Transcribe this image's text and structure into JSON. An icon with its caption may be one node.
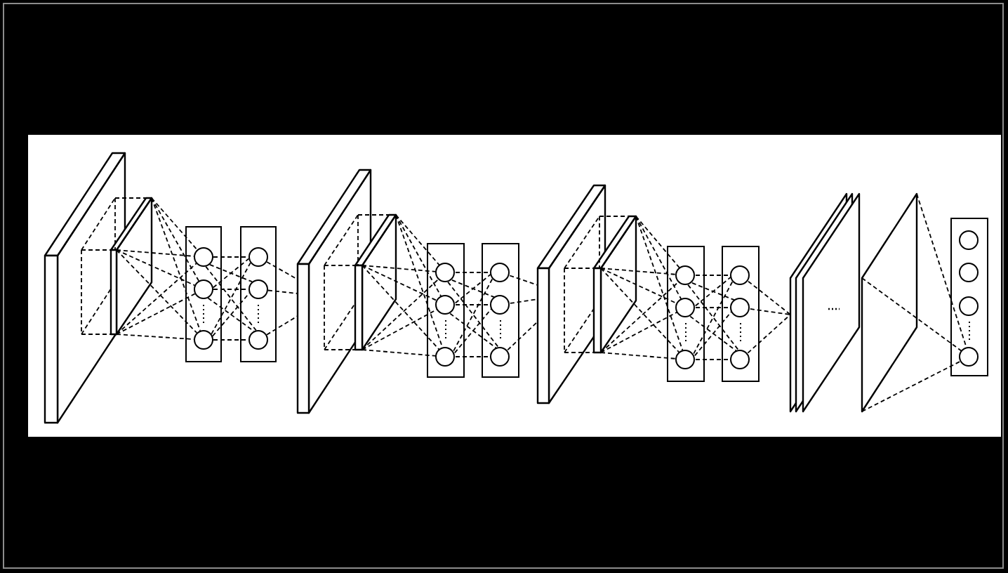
{
  "diagram": {
    "nodes": [
      {
        "text": [],
        "shape": "plane"
      },
      {
        "text": [],
        "shape": "plane"
      },
      {
        "text": [],
        "shape": "box"
      },
      {
        "text": [],
        "shape": "circle",
        "in": 2
      },
      {
        "text": [],
        "shape": "circle",
        "in": 2
      },
      {
        "text": [],
        "shape": "circle",
        "in": 2
      },
      {
        "text": [],
        "shape": "box"
      },
      {
        "text": [],
        "shape": "circle",
        "in": 6
      },
      {
        "text": [],
        "shape": "circle",
        "in": 6
      },
      {
        "text": [],
        "shape": "circle",
        "in": 6
      },
      {
        "text": [],
        "shape": "plane"
      },
      {
        "text": [],
        "shape": "plane"
      },
      {
        "text": [],
        "shape": "box"
      },
      {
        "text": [],
        "shape": "circle",
        "in": 12
      },
      {
        "text": [],
        "shape": "circle",
        "in": 12
      },
      {
        "text": [],
        "shape": "circle",
        "in": 12
      },
      {
        "text": [],
        "shape": "box"
      },
      {
        "text": [],
        "shape": "circle",
        "in": 16
      },
      {
        "text": [],
        "shape": "circle",
        "in": 16
      },
      {
        "text": [],
        "shape": "circle",
        "in": 16
      },
      {
        "text": [],
        "shape": "plane"
      },
      {
        "text": [],
        "shape": "plane"
      },
      {
        "text": [],
        "shape": "box"
      },
      {
        "text": [],
        "shape": "circle",
        "in": 22
      },
      {
        "text": [],
        "shape": "circle",
        "in": 22
      },
      {
        "text": [],
        "shape": "circle",
        "in": 22
      },
      {
        "text": [],
        "shape": "box"
      },
      {
        "text": [],
        "shape": "circle",
        "in": 26
      },
      {
        "text": [],
        "shape": "circle",
        "in": 26
      },
      {
        "text": [],
        "shape": "circle",
        "in": 26
      },
      {
        "text": [],
        "shape": "plane"
      },
      {
        "text": [],
        "shape": "plane"
      },
      {
        "text": [],
        "shape": "plane"
      },
      {
        "text": [],
        "shape": "plane"
      },
      {
        "text": [],
        "shape": "box"
      },
      {
        "text": [],
        "shape": "circle",
        "in": 34
      },
      {
        "text": [],
        "shape": "circle",
        "in": 34
      },
      {
        "text": [],
        "shape": "circle",
        "in": 34
      },
      {
        "text": [],
        "shape": "circle",
        "in": 34
      }
    ],
    "edges": [
      {
        "from": 1,
        "to": 3,
        "arrow": "none",
        "style": "dashed"
      },
      {
        "from": 1,
        "to": 3,
        "arrow": "none",
        "style": "dashed"
      },
      {
        "from": 1,
        "to": 3,
        "arrow": "none",
        "style": "dashed"
      },
      {
        "from": 1,
        "to": 4,
        "arrow": "none",
        "style": "dashed"
      },
      {
        "from": 1,
        "to": 4,
        "arrow": "none",
        "style": "dashed"
      },
      {
        "from": 1,
        "to": 4,
        "arrow": "none",
        "style": "dashed"
      },
      {
        "from": 1,
        "to": 5,
        "arrow": "none",
        "style": "dashed"
      },
      {
        "from": 1,
        "to": 5,
        "arrow": "none",
        "style": "dashed"
      },
      {
        "from": 1,
        "to": 5,
        "arrow": "none",
        "style": "dashed"
      },
      {
        "from": 3,
        "to": 7,
        "arrow": "none",
        "style": "dashed"
      },
      {
        "from": 3,
        "to": 8,
        "arrow": "none",
        "style": "dashed"
      },
      {
        "from": 3,
        "to": 9,
        "arrow": "none",
        "style": "dashed"
      },
      {
        "from": 4,
        "to": 7,
        "arrow": "none",
        "style": "dashed"
      },
      {
        "from": 4,
        "to": 8,
        "arrow": "none",
        "style": "dashed"
      },
      {
        "from": 4,
        "to": 9,
        "arrow": "none",
        "style": "dashed"
      },
      {
        "from": 5,
        "to": 7,
        "arrow": "none",
        "style": "dashed"
      },
      {
        "from": 5,
        "to": 8,
        "arrow": "none",
        "style": "dashed"
      },
      {
        "from": 5,
        "to": 9,
        "arrow": "none",
        "style": "dashed"
      },
      {
        "from": 7,
        "to": 10,
        "arrow": "none",
        "style": "dashed"
      },
      {
        "from": 8,
        "to": 10,
        "arrow": "none",
        "style": "dashed"
      },
      {
        "from": 9,
        "to": 10,
        "arrow": "none",
        "style": "dashed"
      },
      {
        "from": 11,
        "to": 13,
        "arrow": "none",
        "style": "dashed"
      },
      {
        "from": 11,
        "to": 13,
        "arrow": "none",
        "style": "dashed"
      },
      {
        "from": 11,
        "to": 13,
        "arrow": "none",
        "style": "dashed"
      },
      {
        "from": 11,
        "to": 14,
        "arrow": "none",
        "style": "dashed"
      },
      {
        "from": 11,
        "to": 14,
        "arrow": "none",
        "style": "dashed"
      },
      {
        "from": 11,
        "to": 14,
        "arrow": "none",
        "style": "dashed"
      },
      {
        "from": 11,
        "to": 15,
        "arrow": "none",
        "style": "dashed"
      },
      {
        "from": 11,
        "to": 15,
        "arrow": "none",
        "style": "dashed"
      },
      {
        "from": 11,
        "to": 15,
        "arrow": "none",
        "style": "dashed"
      },
      {
        "from": 13,
        "to": 17,
        "arrow": "none",
        "style": "dashed"
      },
      {
        "from": 13,
        "to": 18,
        "arrow": "none",
        "style": "dashed"
      },
      {
        "from": 13,
        "to": 19,
        "arrow": "none",
        "style": "dashed"
      },
      {
        "from": 14,
        "to": 17,
        "arrow": "none",
        "style": "dashed"
      },
      {
        "from": 14,
        "to": 18,
        "arrow": "none",
        "style": "dashed"
      },
      {
        "from": 14,
        "to": 19,
        "arrow": "none",
        "style": "dashed"
      },
      {
        "from": 15,
        "to": 17,
        "arrow": "none",
        "style": "dashed"
      },
      {
        "from": 15,
        "to": 18,
        "arrow": "none",
        "style": "dashed"
      },
      {
        "from": 15,
        "to": 19,
        "arrow": "none",
        "style": "dashed"
      },
      {
        "from": 17,
        "to": 20,
        "arrow": "none",
        "style": "dashed"
      },
      {
        "from": 18,
        "to": 20,
        "arrow": "none",
        "style": "dashed"
      },
      {
        "from": 19,
        "to": 20,
        "arrow": "none",
        "style": "dashed"
      },
      {
        "from": 21,
        "to": 23,
        "arrow": "none",
        "style": "dashed"
      },
      {
        "from": 21,
        "to": 23,
        "arrow": "none",
        "style": "dashed"
      },
      {
        "from": 21,
        "to": 23,
        "arrow": "none",
        "style": "dashed"
      },
      {
        "from": 21,
        "to": 24,
        "arrow": "none",
        "style": "dashed"
      },
      {
        "from": 21,
        "to": 24,
        "arrow": "none",
        "style": "dashed"
      },
      {
        "from": 21,
        "to": 24,
        "arrow": "none",
        "style": "dashed"
      },
      {
        "from": 21,
        "to": 25,
        "arrow": "none",
        "style": "dashed"
      },
      {
        "from": 21,
        "to": 25,
        "arrow": "none",
        "style": "dashed"
      },
      {
        "from": 21,
        "to": 25,
        "arrow": "none",
        "style": "dashed"
      },
      {
        "from": 23,
        "to": 27,
        "arrow": "none",
        "style": "dashed"
      },
      {
        "from": 23,
        "to": 28,
        "arrow": "none",
        "style": "dashed"
      },
      {
        "from": 23,
        "to": 29,
        "arrow": "none",
        "style": "dashed"
      },
      {
        "from": 24,
        "to": 27,
        "arrow": "none",
        "style": "dashed"
      },
      {
        "from": 24,
        "to": 28,
        "arrow": "none",
        "style": "dashed"
      },
      {
        "from": 24,
        "to": 29,
        "arrow": "none",
        "style": "dashed"
      },
      {
        "from": 25,
        "to": 27,
        "arrow": "none",
        "style": "dashed"
      },
      {
        "from": 25,
        "to": 28,
        "arrow": "none",
        "style": "dashed"
      },
      {
        "from": 25,
        "to": 29,
        "arrow": "none",
        "style": "dashed"
      },
      {
        "from": 27,
        "to": 30,
        "arrow": "none",
        "style": "dashed"
      },
      {
        "from": 28,
        "to": 30,
        "arrow": "none",
        "style": "dashed"
      },
      {
        "from": 29,
        "to": 30,
        "arrow": "none",
        "style": "dashed"
      },
      {
        "from": 33,
        "to": 38,
        "arrow": "none",
        "style": "dashed"
      },
      {
        "from": 33,
        "to": 38,
        "arrow": "none",
        "style": "dashed"
      },
      {
        "from": 33,
        "to": 38,
        "arrow": "none",
        "style": "dashed"
      }
    ]
  }
}
